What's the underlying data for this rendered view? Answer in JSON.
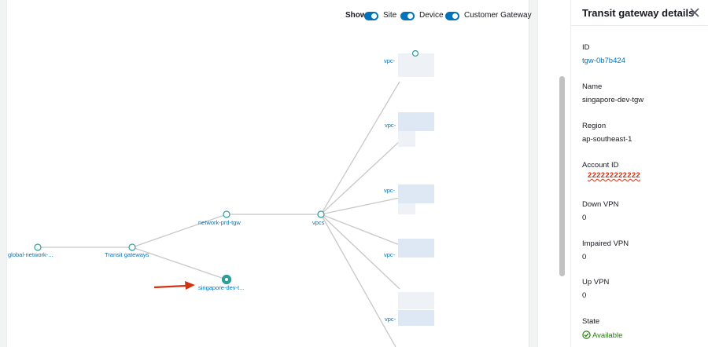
{
  "toolbar": {
    "show_label": "Show:",
    "toggles": [
      {
        "label": "Site",
        "enabled": true
      },
      {
        "label": "Device",
        "enabled": true
      },
      {
        "label": "Customer Gateway",
        "enabled": true
      }
    ]
  },
  "graph": {
    "nodes": {
      "global": "global-network-...",
      "transit": "Transit gateways",
      "network_prd": "network-prd-tgw",
      "singapore": "singapore-dev-t...",
      "vpcs": "vpcs",
      "vpc_children": [
        "vpc-",
        "vpc-",
        "vpc-",
        "vpc-",
        "vpc-"
      ]
    },
    "selected_node": "singapore"
  },
  "details": {
    "title": "Transit gateway details",
    "fields": [
      {
        "label": "ID",
        "value": "tgw-0b7b424"
      },
      {
        "label": "Name",
        "value": "singapore-dev-tgw"
      },
      {
        "label": "Region",
        "value": "ap-southeast-1"
      },
      {
        "label": "Account ID",
        "value": "222222222222"
      },
      {
        "label": "Down VPN",
        "value": "0"
      },
      {
        "label": "Impaired VPN",
        "value": "0"
      },
      {
        "label": "Up VPN",
        "value": "0"
      },
      {
        "label": "State",
        "value": "Available"
      }
    ]
  },
  "colors": {
    "accent": "#0073bb",
    "node_stroke": "#2e9e9a",
    "state_ok": "#1d8102",
    "arrow": "#d13212"
  }
}
